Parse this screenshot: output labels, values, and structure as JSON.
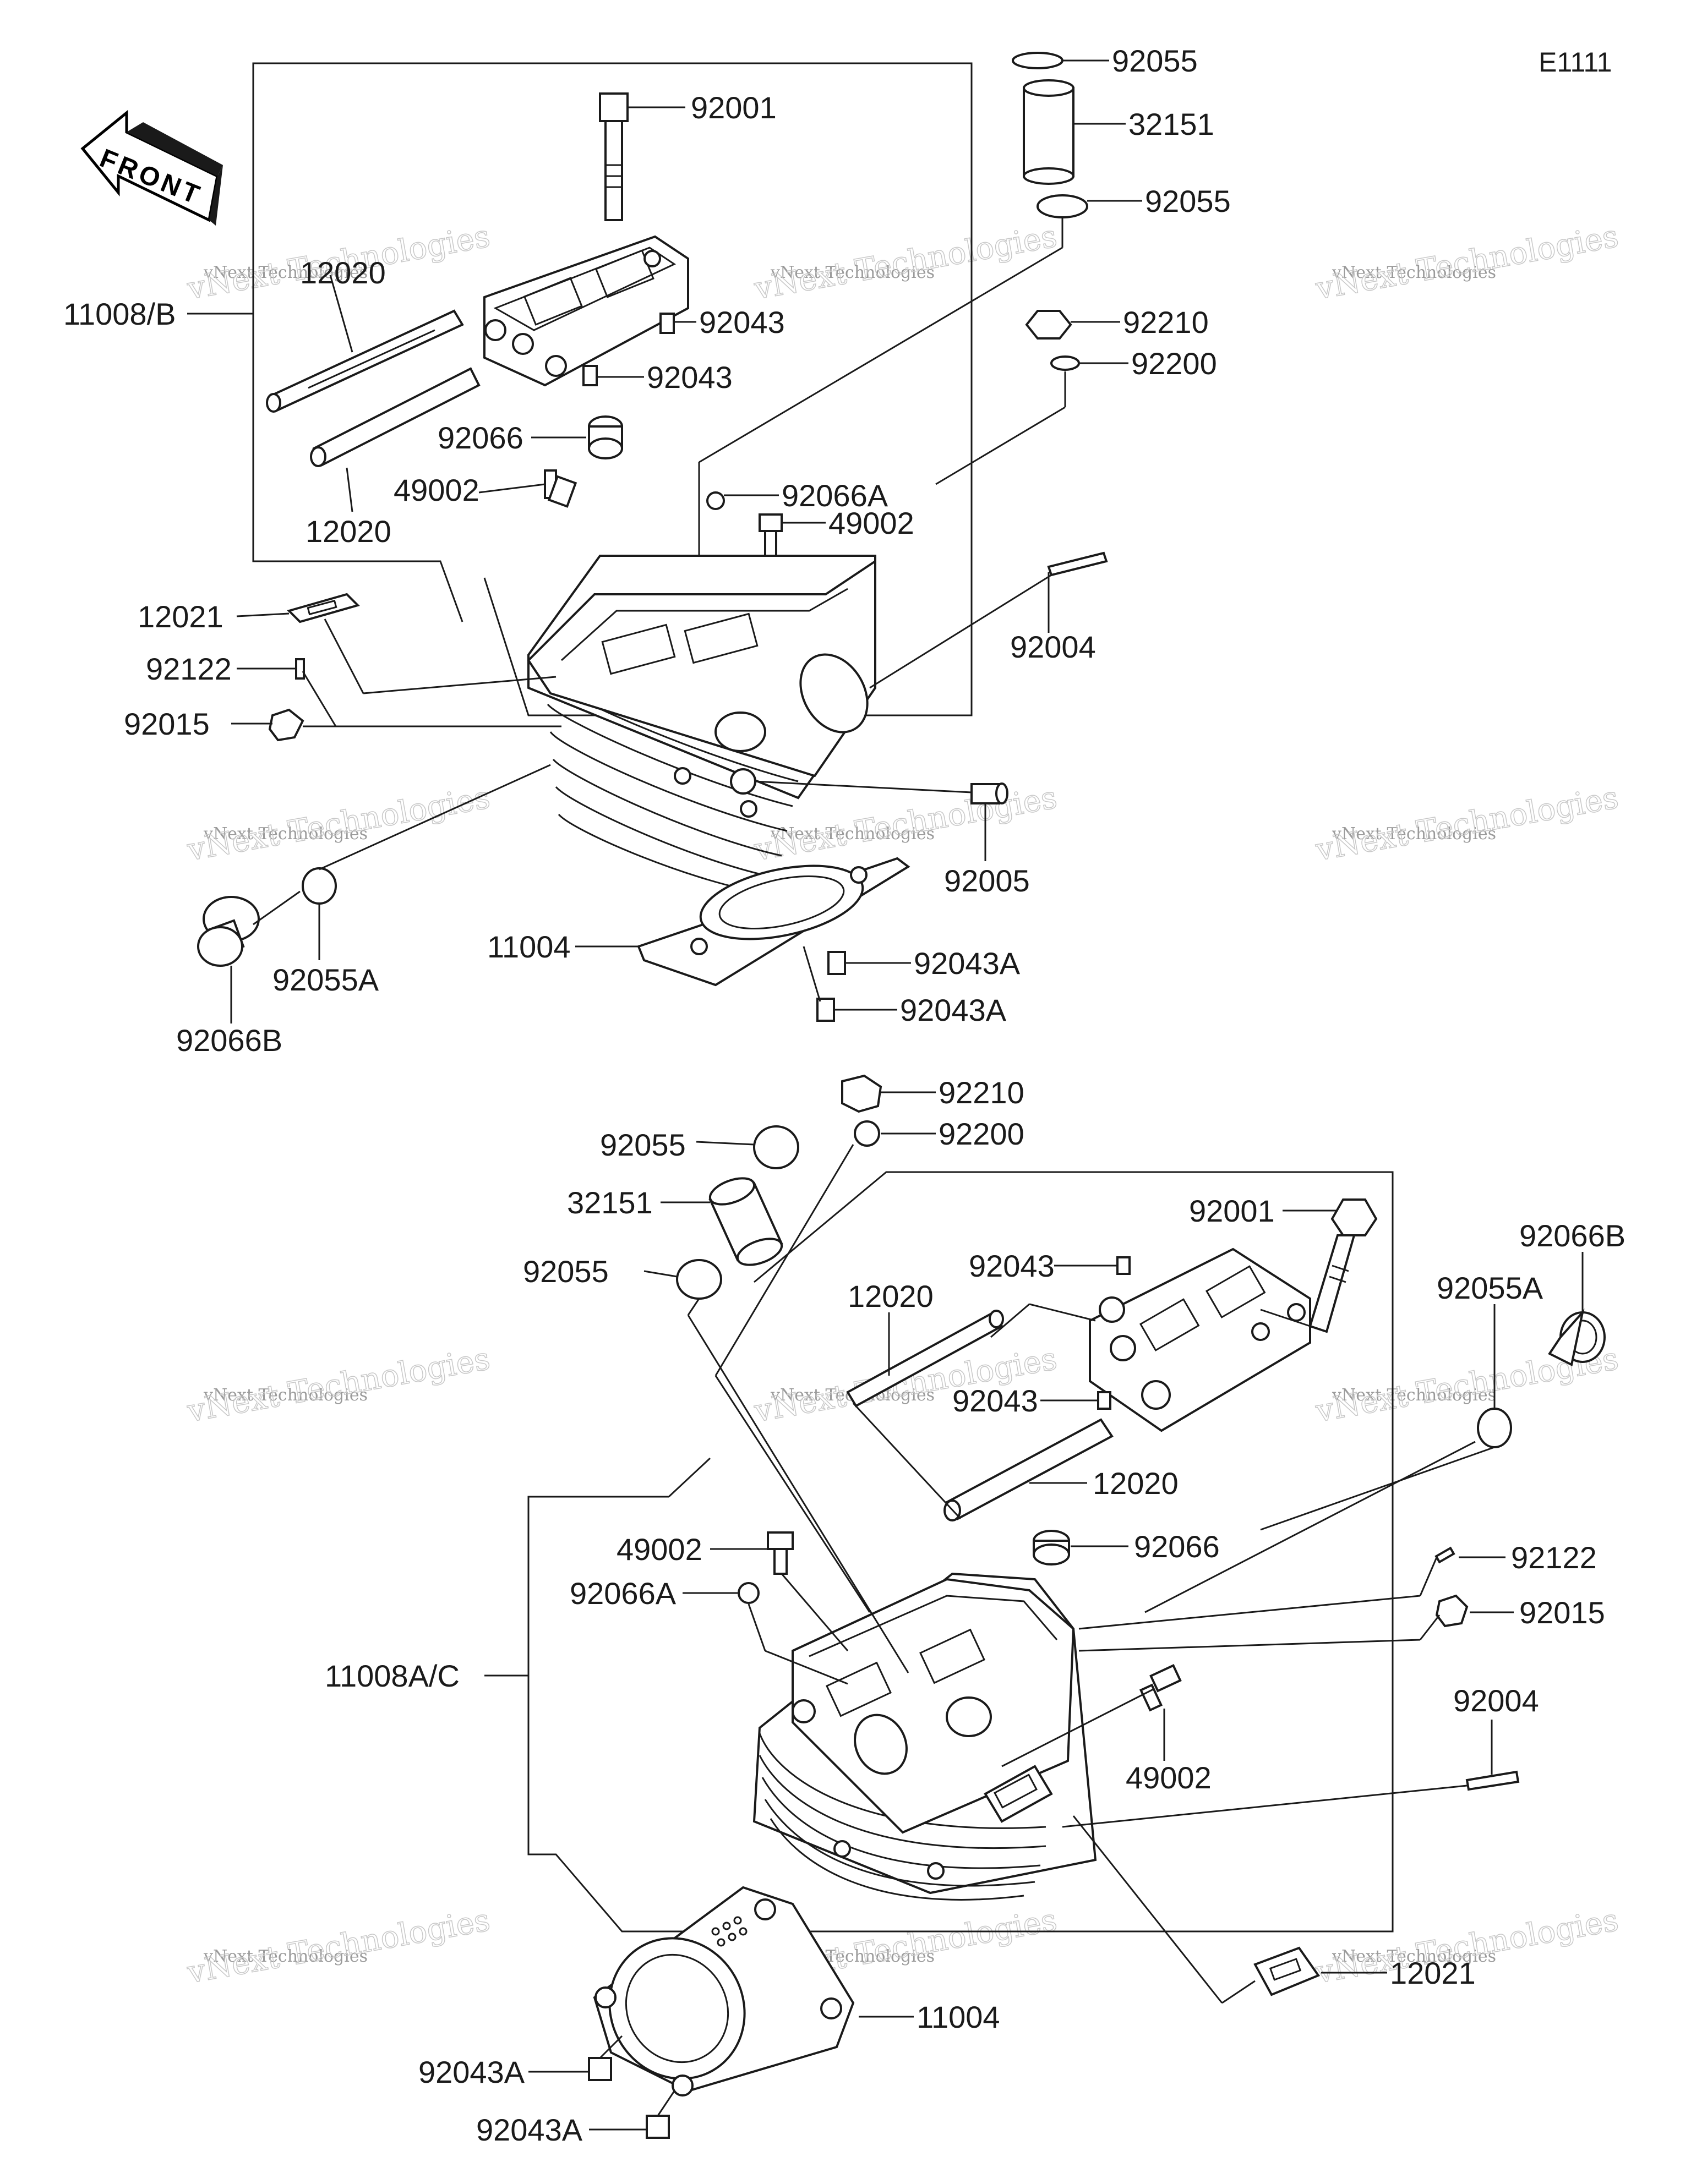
{
  "diagram": {
    "code": "E1111",
    "front_label": "FRONT",
    "watermark": {
      "line1": "vNext Technologies",
      "line2": "vNext Technologies"
    },
    "upper_labels": [
      {
        "id": "u1",
        "text": "92055"
      },
      {
        "id": "u2",
        "text": "92001"
      },
      {
        "id": "u3",
        "text": "32151"
      },
      {
        "id": "u4",
        "text": "92055"
      },
      {
        "id": "u5",
        "text": "12020"
      },
      {
        "id": "u6",
        "text": "11008/B"
      },
      {
        "id": "u7",
        "text": "92043"
      },
      {
        "id": "u8",
        "text": "92210"
      },
      {
        "id": "u9",
        "text": "92200"
      },
      {
        "id": "u10",
        "text": "92043"
      },
      {
        "id": "u11",
        "text": "92066"
      },
      {
        "id": "u12",
        "text": "49002"
      },
      {
        "id": "u13",
        "text": "92066A"
      },
      {
        "id": "u14",
        "text": "12020"
      },
      {
        "id": "u15",
        "text": "49002"
      },
      {
        "id": "u16",
        "text": "12021"
      },
      {
        "id": "u17",
        "text": "92004"
      },
      {
        "id": "u18",
        "text": "92122"
      },
      {
        "id": "u19",
        "text": "92015"
      },
      {
        "id": "u20",
        "text": "92005"
      },
      {
        "id": "u21",
        "text": "11004"
      },
      {
        "id": "u22",
        "text": "92043A"
      },
      {
        "id": "u23",
        "text": "92055A"
      },
      {
        "id": "u24",
        "text": "92043A"
      },
      {
        "id": "u25",
        "text": "92066B"
      }
    ],
    "lower_labels": [
      {
        "id": "l1",
        "text": "92210"
      },
      {
        "id": "l2",
        "text": "92200"
      },
      {
        "id": "l3",
        "text": "92055"
      },
      {
        "id": "l4",
        "text": "32151"
      },
      {
        "id": "l5",
        "text": "92001"
      },
      {
        "id": "l6",
        "text": "92066B"
      },
      {
        "id": "l7",
        "text": "92055"
      },
      {
        "id": "l8",
        "text": "92043"
      },
      {
        "id": "l9",
        "text": "12020"
      },
      {
        "id": "l10",
        "text": "92055A"
      },
      {
        "id": "l11",
        "text": "92043"
      },
      {
        "id": "l12",
        "text": "12020"
      },
      {
        "id": "l13",
        "text": "92066"
      },
      {
        "id": "l14",
        "text": "49002"
      },
      {
        "id": "l15",
        "text": "92122"
      },
      {
        "id": "l16",
        "text": "92066A"
      },
      {
        "id": "l17",
        "text": "92015"
      },
      {
        "id": "l18",
        "text": "11008A/C"
      },
      {
        "id": "l19",
        "text": "92004"
      },
      {
        "id": "l20",
        "text": "49002"
      },
      {
        "id": "l21",
        "text": "11004"
      },
      {
        "id": "l22",
        "text": "12021"
      },
      {
        "id": "l23",
        "text": "92043A"
      },
      {
        "id": "l24",
        "text": "92043A"
      }
    ]
  }
}
